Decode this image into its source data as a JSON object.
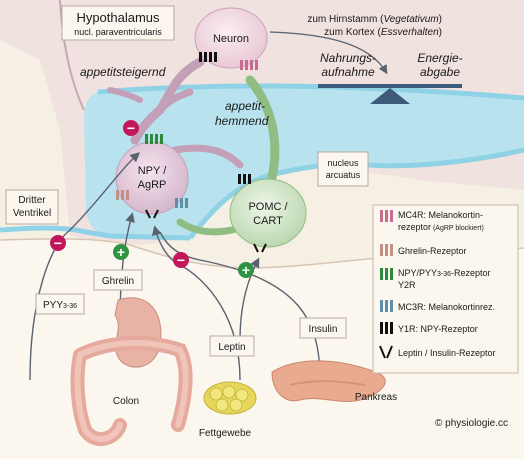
{
  "hypothalamus": {
    "title": "Hypothalamus",
    "subtitle": "nucl. paraventricularis"
  },
  "neuron": "Neuron",
  "targets": {
    "line1_prefix": "zum Hirnstamm (",
    "line1_em": "Vegetativum",
    "line1_suffix": ")",
    "line2_prefix": "zum Kortex (",
    "line2_em": "Essverhalten",
    "line2_suffix": ")"
  },
  "balance": {
    "left_l1": "Nahrungs-",
    "left_l2": "aufnahme",
    "right_l1": "Energie-",
    "right_l2": "abgabe"
  },
  "pathways": {
    "orexigenic": "appetitsteigernd",
    "anorexigenic_l1": "appetit-",
    "anorexigenic_l2": "hemmend"
  },
  "nucleus": {
    "l1": "nucleus",
    "l2": "arcuatus"
  },
  "npy_cell": {
    "l1": "NPY /",
    "l2": "AgRP"
  },
  "pomc_cell": {
    "l1": "POMC /",
    "l2": "CART"
  },
  "ventricle": {
    "l1": "Dritter",
    "l2": "Ventrikel"
  },
  "hormones": {
    "pyy": "PYY",
    "pyy_sub": "3-36",
    "ghrelin": "Ghrelin",
    "leptin": "Leptin",
    "insulin": "Insulin"
  },
  "organs": {
    "colon": "Colon",
    "fat": "Fettgewebe",
    "pancreas": "Pankreas"
  },
  "legend": [
    {
      "icon": "mc4r-receptor-icon",
      "color": "#c86b93",
      "l1": "MC4R: Melanokortin-",
      "l2": "rezeptor",
      "l2_small": " (AgRP blockiert)"
    },
    {
      "icon": "ghrelin-receptor-icon",
      "color": "#c49086",
      "l1": "Ghrelin-Rezeptor"
    },
    {
      "icon": "y2r-receptor-icon",
      "color": "#2d8a3c",
      "l1_prefix": "NPY/PYY",
      "l1_sub": "3-36",
      "l1_suffix": "-Rezeptor",
      "l2": "Y2R"
    },
    {
      "icon": "mc3r-receptor-icon",
      "color": "#5d8fa8",
      "l1": "MC3R: Melanokortinrez."
    },
    {
      "icon": "y1r-receptor-icon",
      "color": "#111111",
      "l1": "Y1R: NPY-Rezeptor"
    },
    {
      "icon": "leptin-insulin-receptor-icon",
      "color": "#111111",
      "l1": "Leptin / Insulin-Rezeptor"
    }
  ],
  "signs": {
    "minus": "−",
    "plus": "+"
  },
  "credit": "© physiologie.cc",
  "colors": {
    "pink": "#c9a2bb",
    "green": "#7fad74",
    "blue": "#b6e0ea",
    "inhibit": "#c2185b",
    "activate": "#2e9443"
  }
}
